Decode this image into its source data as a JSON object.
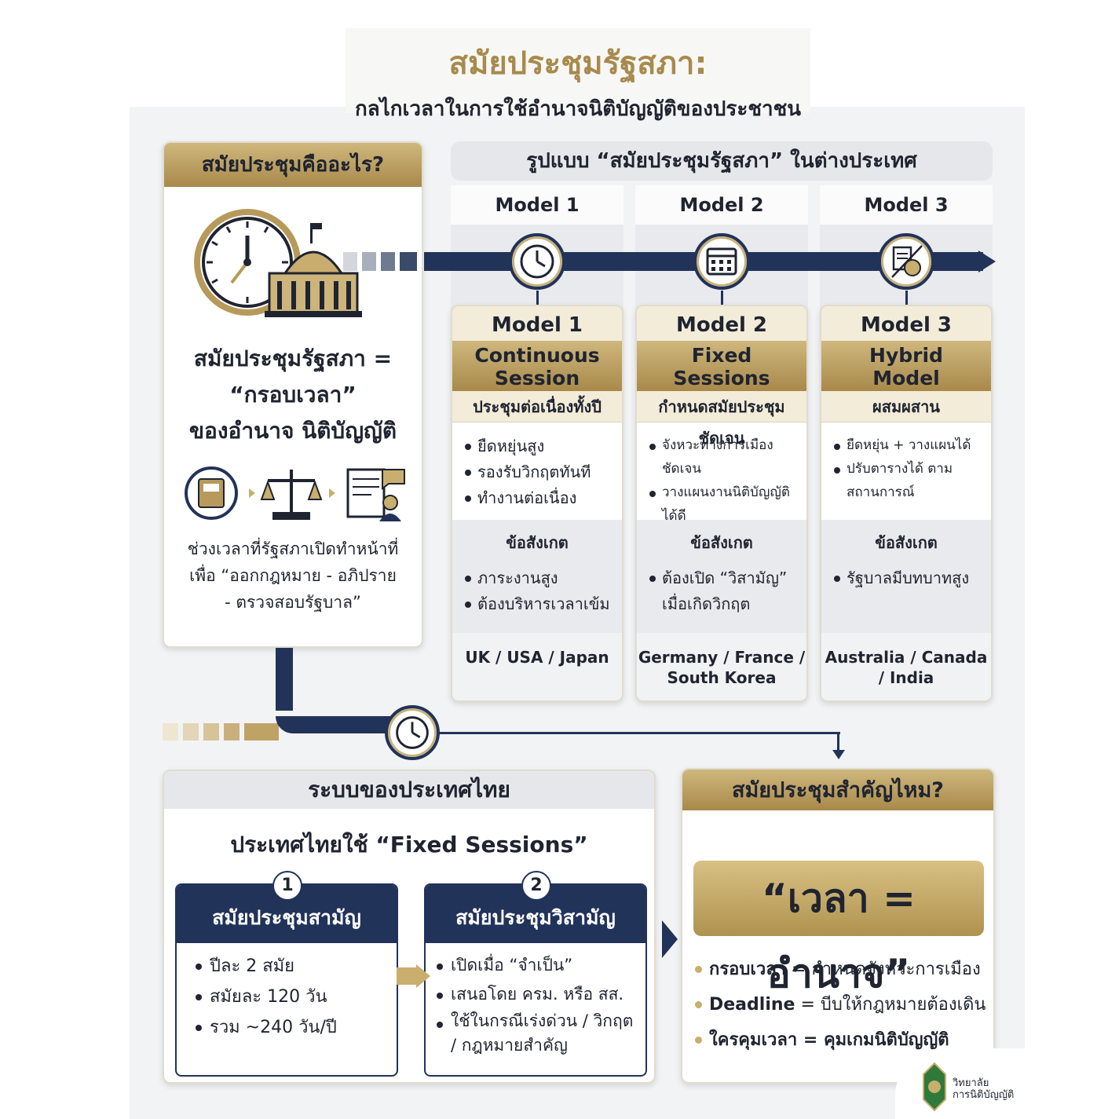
{
  "title": {
    "main": "สมัยประชุมรัฐสภา:",
    "sub": "กลไกเวลาในการใช้อำนาจนิติบัญญัติของประชาชน"
  },
  "what": {
    "heading": "สมัยประชุมคืออะไร?",
    "equation_line1": "สมัยประชุมรัฐสภา =",
    "equation_line2": "“กรอบเวลา”",
    "equation_line3": "ของอำนาจ  นิติบัญญัติ",
    "desc_line1": "ช่วงเวลาที่รัฐสภาเปิดทำหน้าที่",
    "desc_line2": "เพื่อ “ออกกฎหมาย - อภิปราย",
    "desc_line3": "- ตรวจสอบรัฐบาล”",
    "icons": [
      "clock-icon",
      "parliament-icon",
      "law-book-icon",
      "scales-icon",
      "document-icon"
    ]
  },
  "models_heading": "รูปแบบ “สมัยประชุมรัฐสภา” ในต่างประเทศ",
  "models": [
    {
      "label": "Model 1",
      "name_line1": "Continuous",
      "name_line2": "Session",
      "sub": "ประชุมต่อเนื่องทั้งปี",
      "points": [
        "ยืดหยุ่นสูง",
        "รองรับวิกฤตทันที",
        "ทำงานต่อเนื่อง"
      ],
      "note_title": "ข้อสังเกต",
      "notes": [
        "ภาระงานสูง",
        "ต้องบริหารเวลาเข้ม"
      ],
      "countries_line1": "UK / USA / Japan",
      "countries_line2": "",
      "icon": "clock-icon"
    },
    {
      "label": "Model 2",
      "name_line1": "Fixed",
      "name_line2": "Sessions",
      "sub": "กำหนดสมัยประชุมชัดเจน",
      "points": [
        "จังหวะทางการเมืองชัดเจน",
        "วางแผนงานนิติบัญญัติได้ดี"
      ],
      "note_title": "ข้อสังเกต",
      "notes": [
        "ต้องเปิด “วิสามัญ” เมื่อเกิดวิกฤต"
      ],
      "countries_line1": "Germany / France /",
      "countries_line2": "South Korea",
      "icon": "calendar-icon"
    },
    {
      "label": "Model 3",
      "name_line1": "Hybrid",
      "name_line2": "Model",
      "sub": "ผสมผสาน",
      "points": [
        "ยืดหยุ่น + วางแผนได้",
        "ปรับตารางได้ ตามสถานการณ์"
      ],
      "note_title": "ข้อสังเกต",
      "notes": [
        "รัฐบาลมีบทบาทสูง"
      ],
      "countries_line1": "Australia / Canada",
      "countries_line2": "/ India",
      "icon": "hybrid-document-icon"
    }
  ],
  "thai": {
    "heading": "ระบบของประเทศไทย",
    "sub": "ประเทศไทยใช้ “Fixed Sessions”",
    "sessions": [
      {
        "num": "1",
        "title": "สมัยประชุมสามัญ",
        "points": [
          "ปีละ 2 สมัย",
          "สมัยละ 120 วัน",
          "รวม ~240 วัน/ปี"
        ]
      },
      {
        "num": "2",
        "title": "สมัยประชุมวิสามัญ",
        "points": [
          "เปิดเมื่อ “จำเป็น”",
          "เสนอโดย ครม. หรือ สส.",
          "ใช้ในกรณีเร่งด่วน / วิกฤต / กฎหมายสำคัญ"
        ]
      }
    ]
  },
  "important": {
    "heading": "สมัยประชุมสำคัญไหม?",
    "quote": "“เวลา = อำนาจ”",
    "items": [
      {
        "term": "กรอบเวลา",
        "desc": " = กำหนดจังหวะการเมือง"
      },
      {
        "term": "Deadline",
        "desc": " = บีบให้กฎหมายต้องเดิน"
      },
      {
        "term": "ใครคุมเวลา",
        "desc": " =  คุมเกมนิติบัญญัติ"
      }
    ]
  },
  "logo": {
    "line1": "วิทยาลัย",
    "line2": "การนิติบัญญัติ"
  },
  "colors": {
    "navy": "#22335a",
    "gold": "#b0924f",
    "title_gold": "#a88a4c"
  }
}
